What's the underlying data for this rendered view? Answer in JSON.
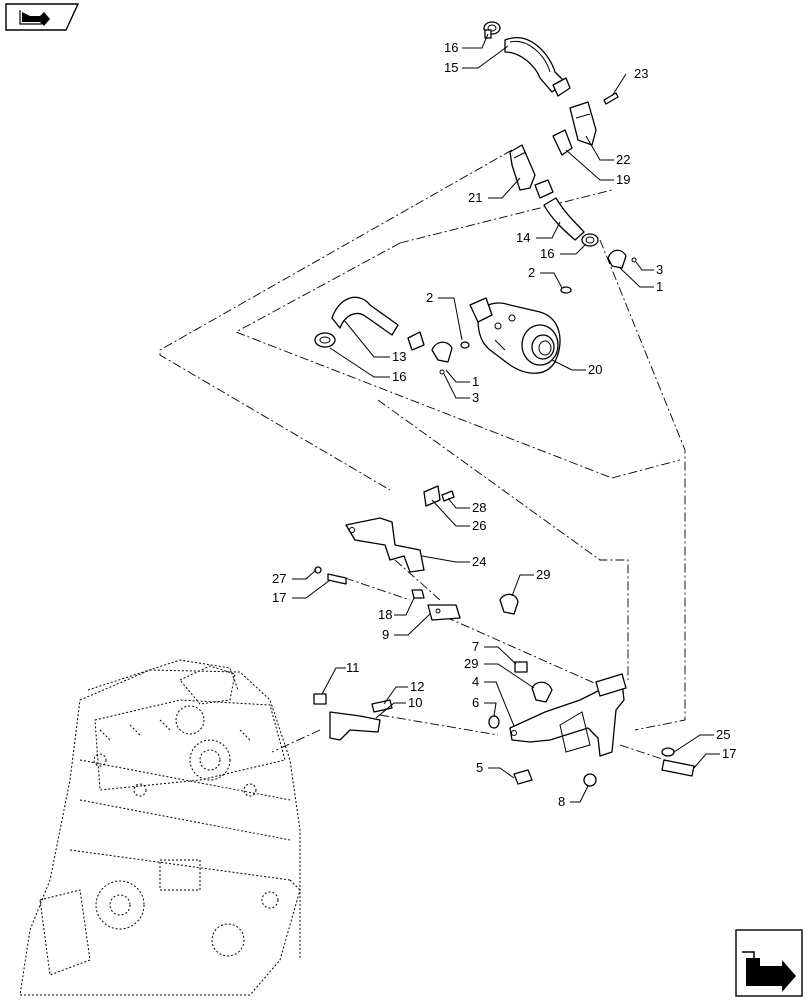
{
  "icons": {
    "top_nav": "book-arrow-icon",
    "bottom_nav": "next-page-arrow-icon"
  },
  "callouts": [
    {
      "id": "c16a",
      "label": "16"
    },
    {
      "id": "c15",
      "label": "15"
    },
    {
      "id": "c23",
      "label": "23"
    },
    {
      "id": "c22",
      "label": "22"
    },
    {
      "id": "c19",
      "label": "19"
    },
    {
      "id": "c21",
      "label": "21"
    },
    {
      "id": "c14",
      "label": "14"
    },
    {
      "id": "c16b",
      "label": "16"
    },
    {
      "id": "c3a",
      "label": "3"
    },
    {
      "id": "c2a",
      "label": "2"
    },
    {
      "id": "c1a",
      "label": "1"
    },
    {
      "id": "c2b",
      "label": "2"
    },
    {
      "id": "c20",
      "label": "20"
    },
    {
      "id": "c13",
      "label": "13"
    },
    {
      "id": "c16c",
      "label": "16"
    },
    {
      "id": "c1b",
      "label": "1"
    },
    {
      "id": "c3b",
      "label": "3"
    },
    {
      "id": "c28",
      "label": "28"
    },
    {
      "id": "c26",
      "label": "26"
    },
    {
      "id": "c24",
      "label": "24"
    },
    {
      "id": "c27",
      "label": "27"
    },
    {
      "id": "c17a",
      "label": "17"
    },
    {
      "id": "c29a",
      "label": "29"
    },
    {
      "id": "c18",
      "label": "18"
    },
    {
      "id": "c9",
      "label": "9"
    },
    {
      "id": "c7",
      "label": "7"
    },
    {
      "id": "c29b",
      "label": "29"
    },
    {
      "id": "c11",
      "label": "11"
    },
    {
      "id": "c4",
      "label": "4"
    },
    {
      "id": "c12",
      "label": "12"
    },
    {
      "id": "c6",
      "label": "6"
    },
    {
      "id": "c10",
      "label": "10"
    },
    {
      "id": "c25",
      "label": "25"
    },
    {
      "id": "c17b",
      "label": "17"
    },
    {
      "id": "c5",
      "label": "5"
    },
    {
      "id": "c8",
      "label": "8"
    }
  ]
}
